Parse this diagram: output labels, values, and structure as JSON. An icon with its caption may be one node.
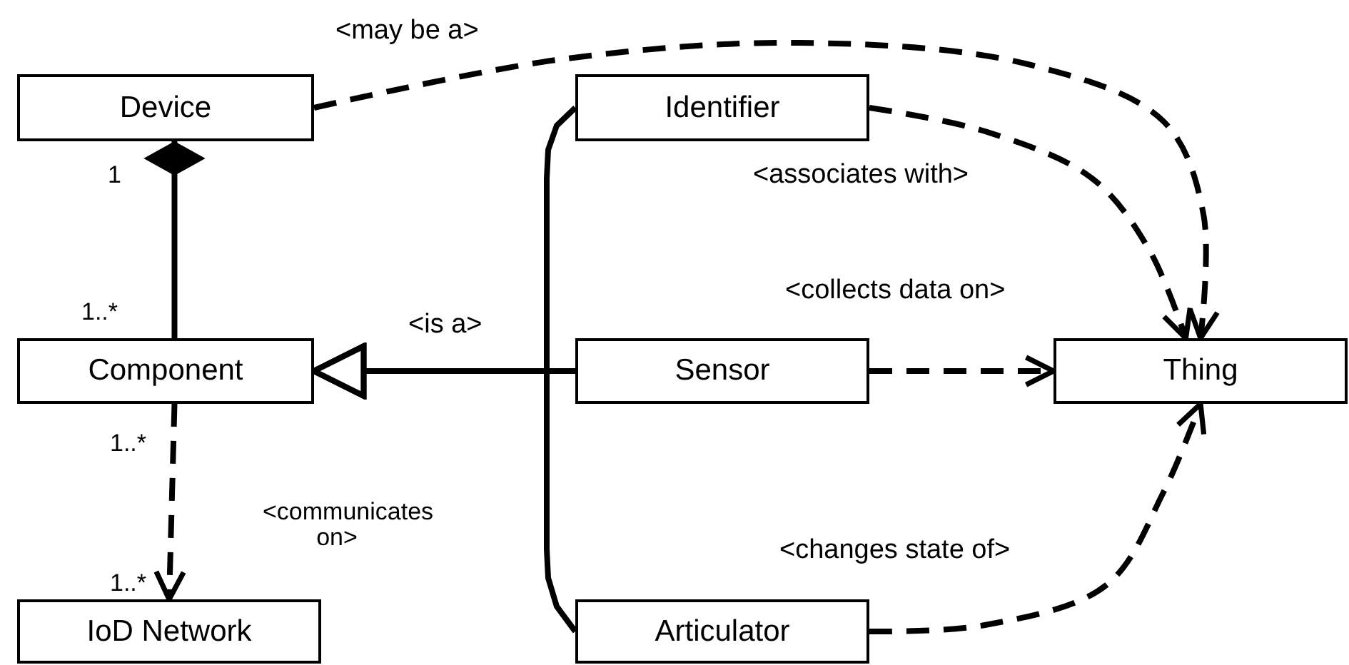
{
  "diagram": {
    "nodes": [
      {
        "text": [
          "Device"
        ],
        "beside": [
          "1"
        ]
      },
      {
        "text": [
          "Identifier"
        ]
      },
      {
        "text": [
          "Component"
        ],
        "beside": [
          "1..*",
          "1..*"
        ]
      },
      {
        "text": [
          "Sensor"
        ]
      },
      {
        "text": [
          "Thing"
        ]
      },
      {
        "text": [
          "IoD Network"
        ],
        "beside": [
          "1..*"
        ]
      },
      {
        "text": [
          "Articulator"
        ]
      }
    ],
    "edges": [
      {
        "from": 0,
        "to": 4,
        "arrow": "to",
        "style": "dashed",
        "label": "<may be a>"
      },
      {
        "from": 1,
        "to": 4,
        "arrow": "to",
        "style": "dashed",
        "label": "<associates with>"
      },
      {
        "from": 3,
        "to": 4,
        "arrow": "to",
        "style": "dashed",
        "label": "<collects data on>"
      },
      {
        "from": 6,
        "to": 4,
        "arrow": "to",
        "style": "dashed",
        "label": "<changes state of>"
      },
      {
        "from": 0,
        "to": 2,
        "arrow": "other"
      },
      {
        "from": 2,
        "to": 5,
        "arrow": "to",
        "style": "dashed",
        "label": "<communicates on>"
      },
      {
        "from": 1,
        "to": 2,
        "arrow": "to"
      },
      {
        "from": 3,
        "to": 2,
        "arrow": "to",
        "label": "<is a>"
      },
      {
        "from": 6,
        "to": 2,
        "arrow": "to"
      }
    ]
  }
}
